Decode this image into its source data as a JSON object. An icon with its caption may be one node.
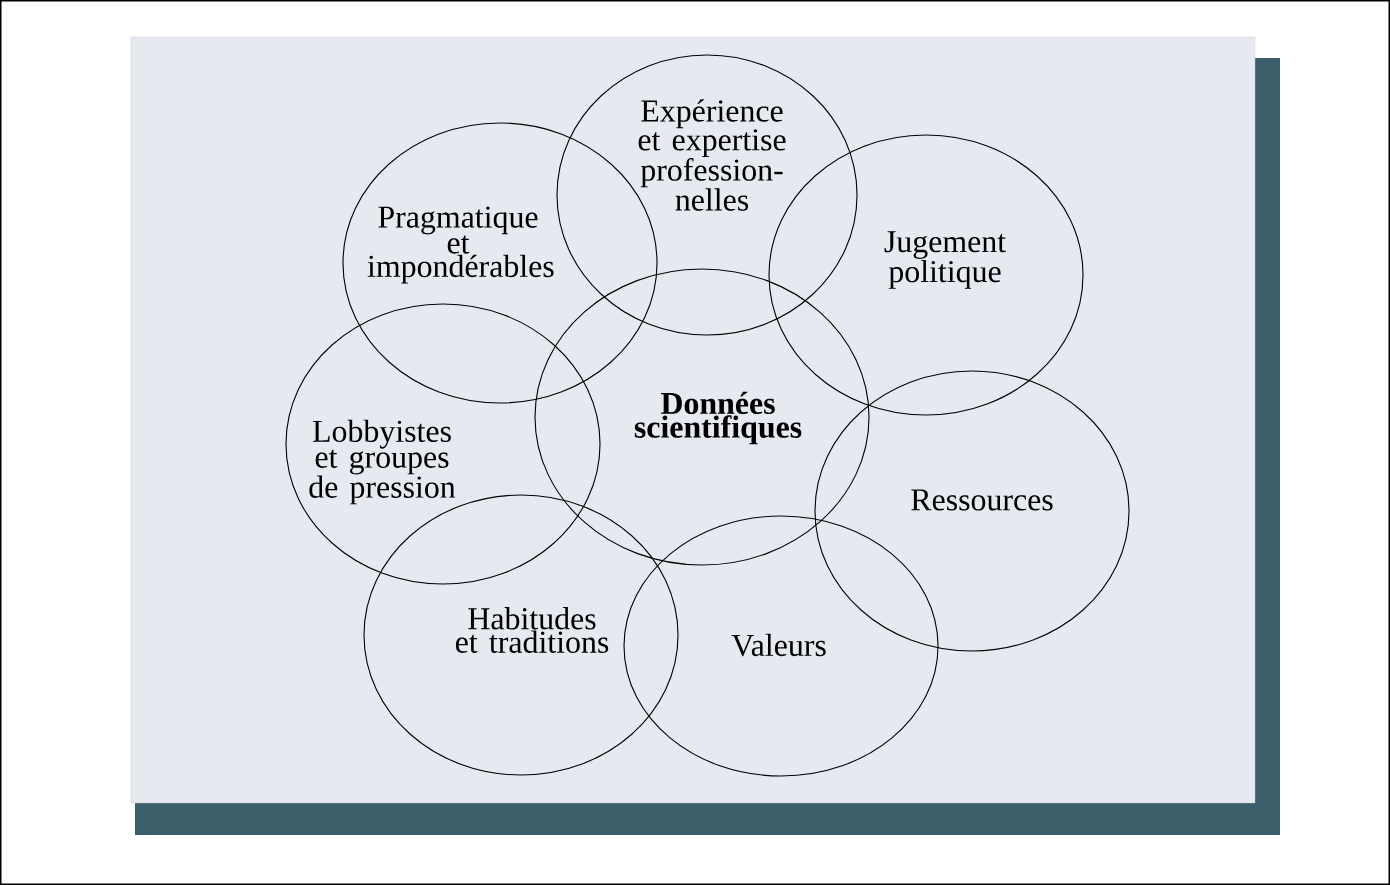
{
  "diagram": {
    "nodes": [
      {
        "text": [
          "Expérience et expertise profession- nelles"
        ]
      },
      {
        "text": [
          "Pragmatique et impondérables"
        ]
      },
      {
        "text": [
          "Jugement politique"
        ]
      },
      {
        "text": [
          "Données scientifiques"
        ]
      },
      {
        "text": [
          "Lobbyistes et groupes de pression"
        ]
      },
      {
        "text": [
          "Ressources"
        ]
      },
      {
        "text": [
          "Habitudes et traditions"
        ]
      },
      {
        "text": [
          "Valeurs"
        ]
      }
    ]
  }
}
